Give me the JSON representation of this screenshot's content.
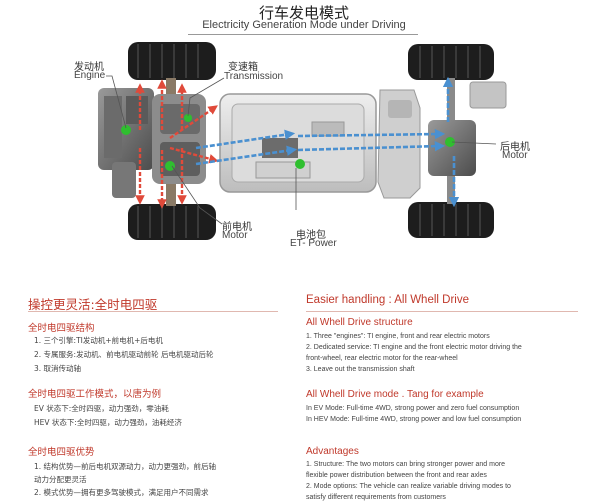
{
  "header": {
    "title_cn": "行车发电模式",
    "title_en": "Electricity Generation Mode under Driving"
  },
  "diagram_labels": {
    "engine_cn": "发动机",
    "engine_en": "Engine",
    "transmission_cn": "变速箱",
    "transmission_en": "Transmission",
    "rear_motor_cn": "后电机",
    "rear_motor_en": "Motor",
    "front_motor_cn": "前电机",
    "front_motor_en": "Motor",
    "battery_cn": "电池包",
    "battery_en": "ET- Power"
  },
  "colors": {
    "accent_red": "#c0392b",
    "arrow_red": "#e04a3a",
    "arrow_blue": "#4a90d0",
    "tire": "#1d1d1d",
    "battery_body": "#d4d4d4"
  },
  "left": {
    "heading": "操控更灵活:全时电四驱",
    "sections": [
      {
        "title": "全时电四驱结构",
        "items": [
          "1. 三个引擎:TI发动机+前电机+后电机",
          "2. 专属服务:发动机、前电机驱动前轮 后电机驱动后轮",
          "3. 取消传动轴"
        ]
      },
      {
        "title": "全时电四驱工作模式，以唐为例",
        "items": [
          "EV 状态下:全时四驱，动力强劲，零油耗",
          "HEV 状态下:全时四驱，动力强劲，油耗经济"
        ]
      },
      {
        "title": "全时电四驱优势",
        "items": [
          "1. 结构优势—前后电机双源动力，动力更强劲，前后轴",
          "    动力分配更灵活",
          "2. 模式优势—拥有更多驾驶模式，满足用户不同需求"
        ]
      }
    ]
  },
  "right": {
    "heading": "Easier handling : All Whell Drive",
    "sections": [
      {
        "title": "All Whell Drive structure",
        "items": [
          "1. Three \"engines\": TI engine, front and rear electric motors",
          "2. Dedicated service: TI engine and the front electric motor driving the",
          "front-wheel, rear electric motor for the rear-wheel",
          "3. Leave out the transmission shaft"
        ]
      },
      {
        "title": "All Whell Drive mode . Tang for example",
        "items": [
          "In EV Mode: Full-time 4WD, strong power and zero fuel consumption",
          "In HEV Mode: Full-time 4WD, strong power and low fuel consumption"
        ]
      },
      {
        "title": "Advantages",
        "items": [
          "1. Structure: The two motors can bring stronger power and more",
          "flexible power distribution between the front and rear axles",
          "2. Mode options: The vehicle can realize variable driving modes to",
          "satisfy different requirements from customers"
        ]
      }
    ]
  }
}
